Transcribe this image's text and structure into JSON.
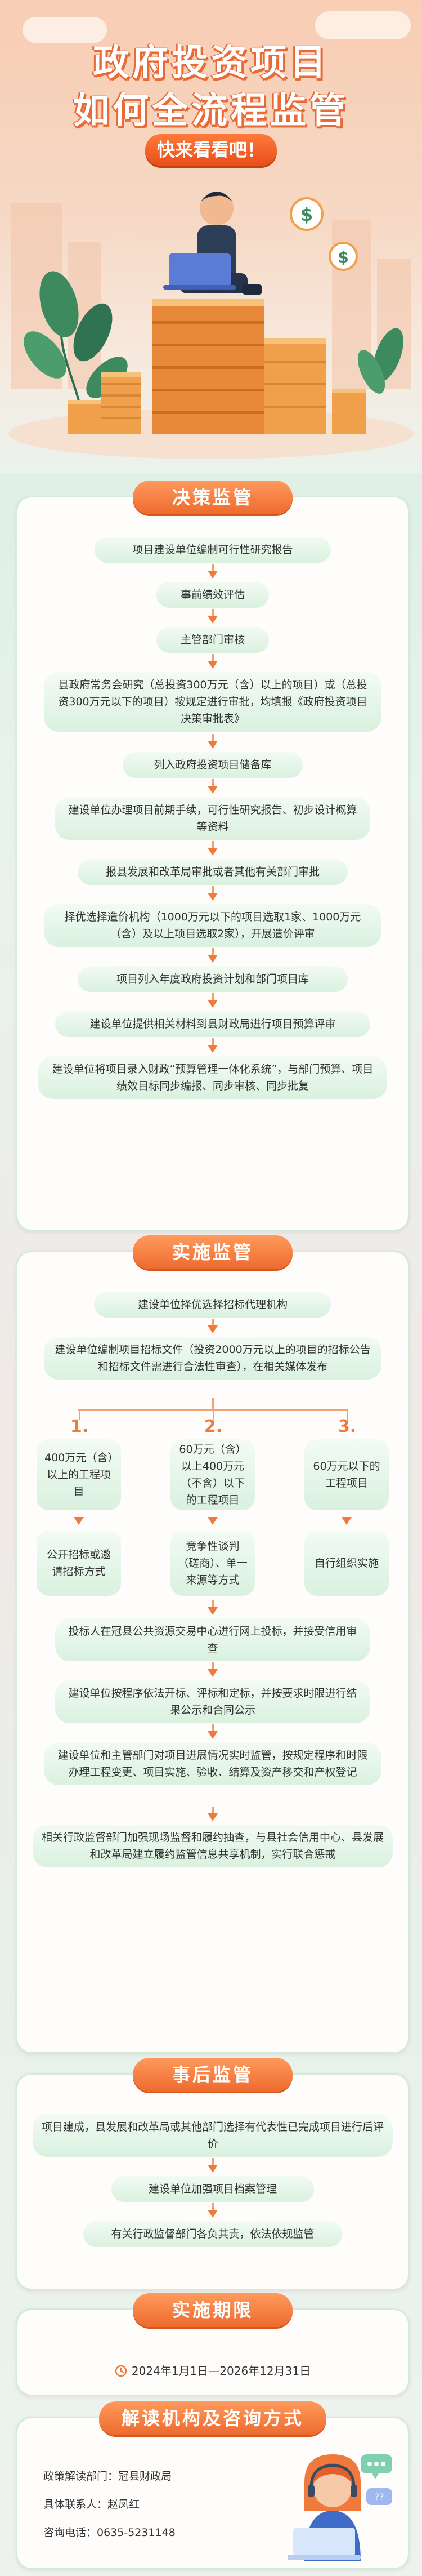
{
  "header": {
    "title_line1": "政府投资项目",
    "title_line2": "如何全流程监管",
    "cta": "快来看看吧！"
  },
  "decision": {
    "title": "决策监管",
    "steps": [
      "项目建设单位编制可行性研究报告",
      "事前绩效评估",
      "主管部门审核",
      "县政府常务会研究（总投资300万元（含）以上的项目）或（总投资300万元以下的项目）按规定进行审批，均填报《政府投资项目决策审批表》",
      "列入政府投资项目储备库",
      "建设单位办理项目前期手续，可行性研究报告、初步设计概算等资料",
      "报县发展和改革局审批或者其他有关部门审批",
      "择优选择造价机构（1000万元以下的项目选取1家、1000万元（含）及以上项目选取2家），开展造价评审",
      "项目列入年度政府投资计划和部门项目库",
      "建设单位提供相关材料到县财政局进行项目预算评审",
      "建设单位将项目录入财政“预算管理一体化系统”，与部门预算、项目绩效目标同步编报、同步审核、同步批复"
    ]
  },
  "implementation": {
    "title": "实施监管",
    "steps_top": [
      "建设单位择优选择招标代理机构",
      "建设单位编制项目招标文件（投资2000万元以上的项目的招标公告和招标文件需进行合法性审查），在相关媒体发布"
    ],
    "branches": [
      {
        "num": "1.",
        "cond": "400万元（含）以上的工程项目",
        "method": "公开招标或邀请招标方式"
      },
      {
        "num": "2.",
        "cond": "60万元（含）以上400万元（不含）以下的工程项目",
        "method": "竞争性谈判（磋商）、单一来源等方式"
      },
      {
        "num": "3.",
        "cond": "60万元以下的工程项目",
        "method": "自行组织实施"
      }
    ],
    "steps_bottom": [
      "投标人在冠县公共资源交易中心进行网上投标，并接受信用审查",
      "建设单位按程序依法开标、评标和定标，并按要求时限进行结果公示和合同公示",
      "建设单位和主管部门对项目进展情况实时监管，按规定程序和时限办理工程变更、项目实施、验收、结算及资产移交和产权登记",
      "相关行政监督部门加强现场监督和履约抽查，与县社会信用中心、县发展和改革局建立履约监管信息共享机制，实行联合惩戒"
    ]
  },
  "post": {
    "title": "事后监管",
    "steps": [
      "项目建成，县发展和改革局或其他部门选择有代表性已完成项目进行后评价",
      "建设单位加强项目档案管理",
      "有关行政监督部门各负其责，依法依规监管"
    ]
  },
  "period": {
    "title": "实施期限",
    "date": "2024年1月1日—2026年12月31日"
  },
  "contact": {
    "title": "解读机构及咨询方式",
    "org": "政策解读部门：冠县财政局",
    "person": "具体联系人：赵凤红",
    "phone": "咨询电话：0635-5231148"
  },
  "colors": {
    "accent": "#f07a3c",
    "step_bg": "#daf1df",
    "panel_border": "#d3ecd9"
  },
  "icons": [
    "dollar-coin-icon",
    "clock-icon",
    "chat-bubble-icon"
  ]
}
